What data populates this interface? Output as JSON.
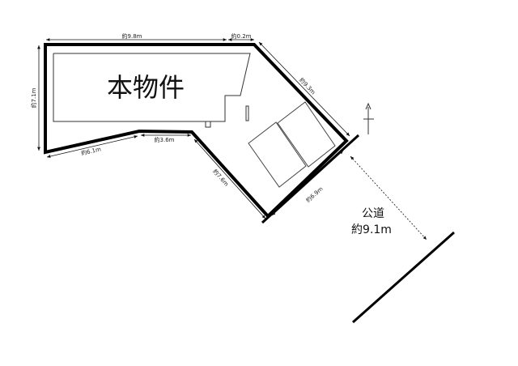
{
  "building_label": "本物件",
  "road": {
    "label": "公道",
    "width": "約9.1m"
  },
  "dimensions": {
    "top_long": "約9.8m",
    "top_short": "約0.2m",
    "left": "約7.1m",
    "right_diagonal": "約9.3m",
    "bottom_left": "約6.1m",
    "bottom_mid": "約3.6m",
    "lower_diagonal": "約7.6m",
    "frontage": "約6.9m"
  }
}
